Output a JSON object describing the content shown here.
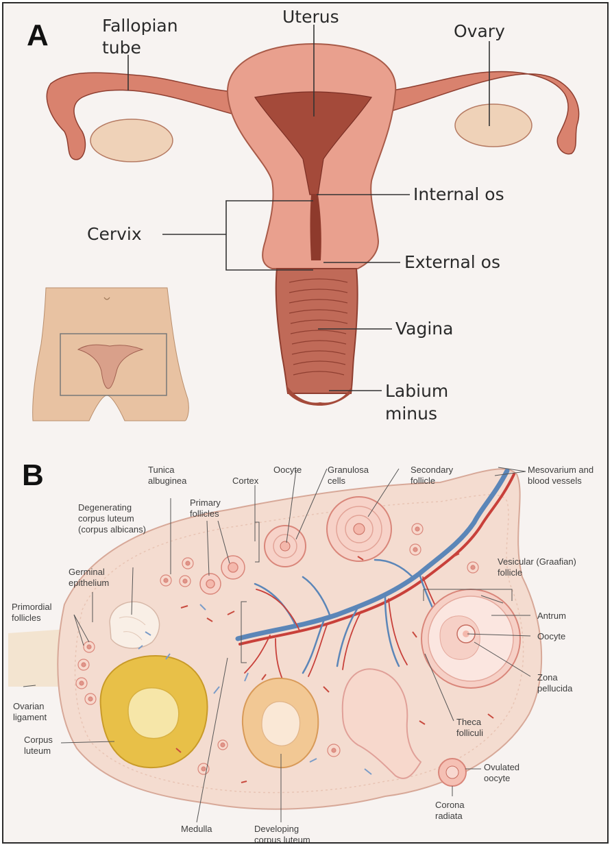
{
  "panel_a": {
    "letter": "A",
    "labels": {
      "fallopian_tube_1": "Fallopian",
      "fallopian_tube_2": "tube",
      "uterus": "Uterus",
      "ovary": "Ovary",
      "internal_os": "Internal os",
      "cervix": "Cervix",
      "external_os": "External os",
      "vagina": "Vagina",
      "labium_minus_1": "Labium",
      "labium_minus_2": "minus"
    }
  },
  "panel_b": {
    "letter": "B",
    "labels": {
      "tunica_1": "Tunica",
      "tunica_2": "albuginea",
      "cortex": "Cortex",
      "oocyte_top": "Oocyte",
      "granulosa_1": "Granulosa",
      "granulosa_2": "cells",
      "secondary_1": "Secondary",
      "secondary_2": "follicle",
      "mesovarium_1": "Mesovarium and",
      "mesovarium_2": "blood vessels",
      "primary_1": "Primary",
      "primary_2": "follicles",
      "degen_1": "Degenerating",
      "degen_2": "corpus luteum",
      "degen_3": "(corpus albicans)",
      "germinal_1": "Germinal",
      "germinal_2": "epithelium",
      "primordial_1": "Primordial",
      "primordial_2": "follicles",
      "vesicular_1": "Vesicular (Graafian)",
      "vesicular_2": "follicle",
      "antrum": "Antrum",
      "oocyte_right": "Oocyte",
      "zona_1": "Zona",
      "zona_2": "pellucida",
      "ovarian_1": "Ovarian",
      "ovarian_2": "ligament",
      "corpus_1": "Corpus",
      "corpus_2": "luteum",
      "theca_1": "Theca",
      "theca_2": "folliculi",
      "ovulated_1": "Ovulated",
      "ovulated_2": "oocyte",
      "corona_1": "Corona",
      "corona_2": "radiata",
      "medulla": "Medulla",
      "developing_1": "Developing",
      "developing_2": "corpus luteum"
    }
  },
  "colors": {
    "tissue": "#e9a08e",
    "tissue_dark": "#c06a58",
    "cavity": "#a44a3a",
    "ovary": "#efd2b8",
    "stroma": "#f4dcd0",
    "corpus_luteum": "#e8c048",
    "vein": "#5b86b8",
    "artery": "#c8403a",
    "skin": "#e8c2a2"
  }
}
